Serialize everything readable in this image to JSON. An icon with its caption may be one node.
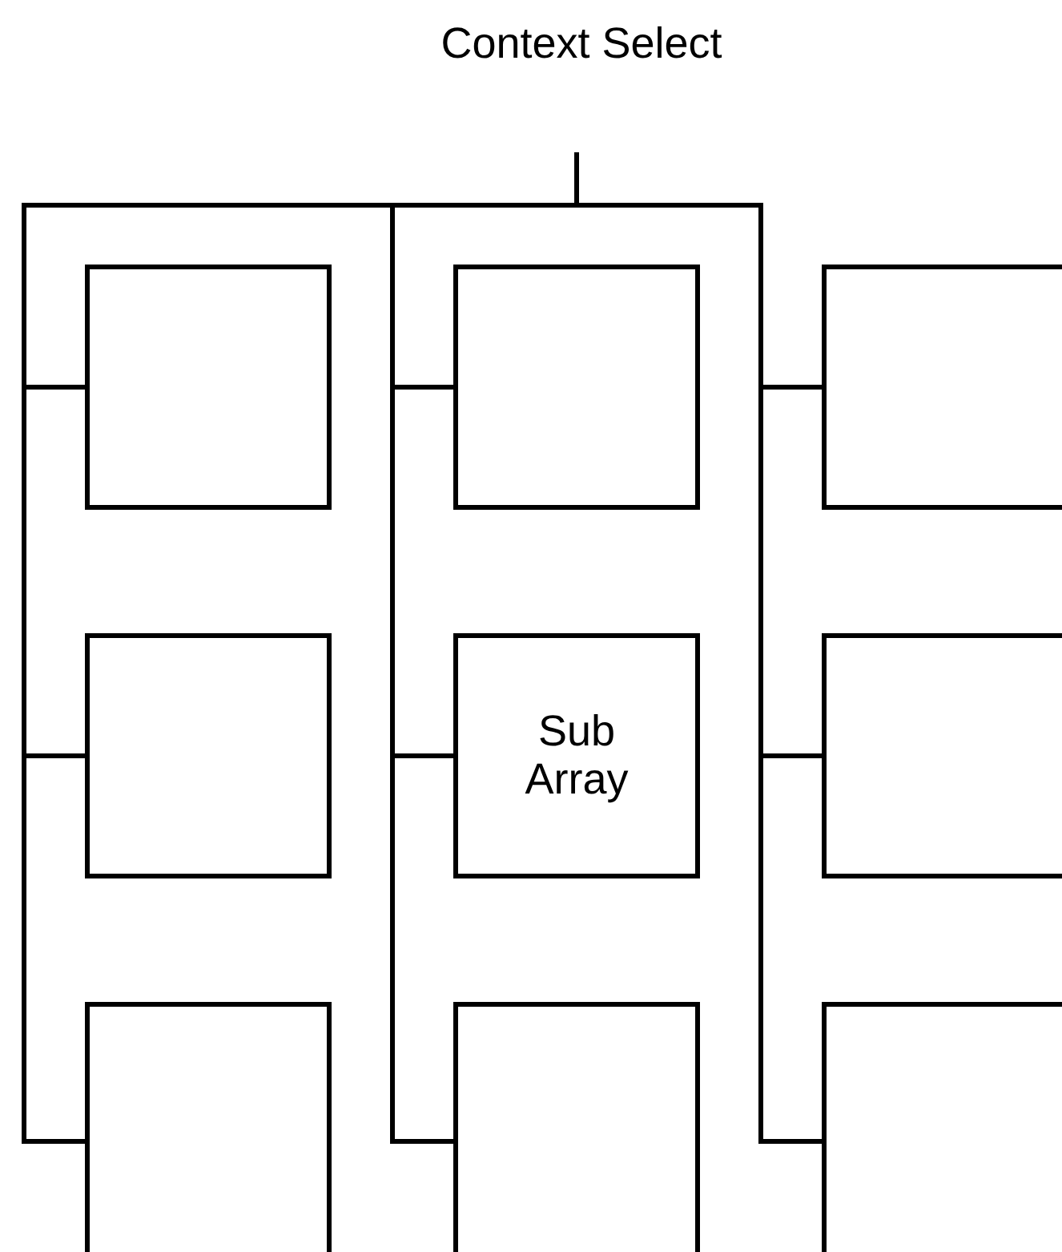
{
  "diagram": {
    "nodes": [
      {
        "text": [
          "Context Select"
        ]
      },
      {
        "text": [],
        "shape": "box"
      },
      {
        "text": [],
        "shape": "box"
      },
      {
        "text": [],
        "shape": "box"
      },
      {
        "text": [],
        "shape": "box"
      },
      {
        "text": [
          "Sub Array"
        ]
      },
      {
        "text": [],
        "shape": "box"
      },
      {
        "text": [],
        "shape": "box"
      },
      {
        "text": [],
        "shape": "box"
      },
      {
        "text": [],
        "shape": "box"
      }
    ],
    "edges": [
      {
        "from": 0,
        "to": 1,
        "arrow": "none"
      },
      {
        "from": 0,
        "to": 2,
        "arrow": "none"
      },
      {
        "from": 0,
        "to": 3,
        "arrow": "none"
      },
      {
        "from": 0,
        "to": 4,
        "arrow": "none"
      },
      {
        "from": 0,
        "to": 5,
        "arrow": "none"
      },
      {
        "from": 0,
        "to": 6,
        "arrow": "none"
      },
      {
        "from": 0,
        "to": 7,
        "arrow": "none"
      },
      {
        "from": 0,
        "to": 8,
        "arrow": "none"
      },
      {
        "from": 0,
        "to": 9,
        "arrow": "none"
      }
    ]
  }
}
